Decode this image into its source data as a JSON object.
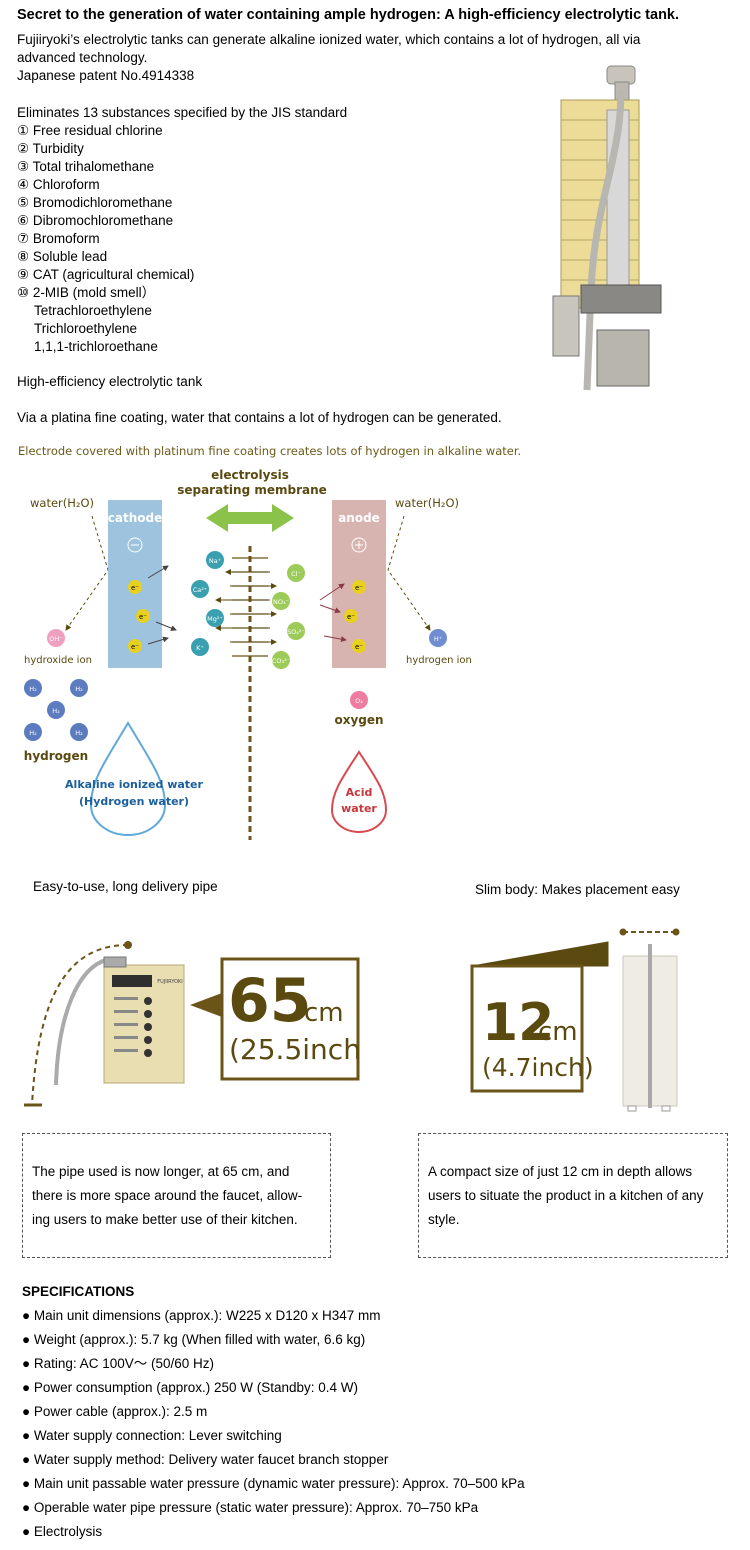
{
  "title": "Secret to the generation of water containing ample hydrogen: A high-efficiency electrolytic tank.",
  "intro": {
    "line1": "Fujiiryoki’s electrolytic tanks can generate alkaline ionized water, which contains a lot of hydrogen, all via",
    "line2": "advanced technology.",
    "line3": "Japanese patent No.4914338"
  },
  "substances": {
    "heading": "Eliminates 13 substances specified by the JIS standard",
    "items": [
      "① Free residual chlorine",
      "② Turbidity",
      "③ Total trihalomethane",
      "④ Chloroform",
      "⑤ Bromodichloromethane",
      "⑥ Dibromochloromethane",
      "⑦ Bromoform",
      "⑧ Soluble lead",
      "⑨ CAT (agricultural chemical)",
      "⑩ 2-MIB (mold smell）"
    ],
    "sub_items": [
      "Tetrachloroethylene",
      "Trichloroethylene",
      "1,1,1-trichloroethane"
    ]
  },
  "tank_heading": "High-efficiency electrolytic tank",
  "tank_text": "Via a platina fine coating, water that contains a lot of hydrogen can be generated.",
  "diagram": {
    "caption": "Electrode covered with platinum fine coating creates lots of hydrogen in alkaline water.",
    "membrane_line1": "electrolysis",
    "membrane_line2": "separating membrane",
    "water_left": "water(H₂O)",
    "water_right": "water(H₂O)",
    "cathode": "cathode",
    "anode": "anode",
    "minus": "−",
    "plus": "+",
    "electron": "e⁻",
    "hydroxide_ion": "hydroxide ion",
    "hydrogen_ion": "hydrogen ion",
    "hydrogen": "hydrogen",
    "oxygen": "oxygen",
    "oh": "OH⁻",
    "h_plus": "H⁺",
    "h2": "H₂",
    "o2": "O₂",
    "cations": [
      "Na⁺",
      "Ca²⁺",
      "Mg²⁺",
      "K⁺"
    ],
    "anions": [
      "Cl⁻",
      "NO₃⁻",
      "SO₄²⁻",
      "CO₃²⁻"
    ],
    "alkaline_line1": "Alkaline ionized water",
    "alkaline_line2": "(Hydrogen water)",
    "acid_line1": "Acid",
    "acid_line2": "water",
    "colors": {
      "cathode": "#9dc3de",
      "anode": "#d8b4b0",
      "label": "#5b4a10",
      "alkaline": "#1a5f9c",
      "acid": "#c8363c",
      "arrow": "#7cb342"
    }
  },
  "pipe": {
    "caption": "Easy-to-use, long delivery pipe",
    "big": "65",
    "unit": "cm",
    "inch": "(25.5inch)",
    "text_lines": [
      "The pipe used is now longer, at 65 cm, and",
      "there is more space around the faucet, allow-",
      "ing users to make better use of their kitchen."
    ]
  },
  "slim": {
    "caption": "Slim body: Makes placement easy",
    "big": "12",
    "unit": "cm",
    "inch": "(4.7inch)",
    "text_lines": [
      "A compact size of just 12 cm in depth allows",
      "users to situate the product in a kitchen of any",
      "style."
    ]
  },
  "specs": {
    "heading": "SPECIFICATIONS",
    "items": [
      "● Main unit dimensions (approx.): W225 x D120 x H347 mm",
      "● Weight (approx.): 5.7 kg (When filled with water, 6.6 kg)",
      "● Rating: AC 100V～ (50/60 Hz)",
      "● Power consumption (approx.) 250 W (Standby: 0.4 W)",
      "● Power cable (approx.): 2.5 m",
      "● Water supply connection: Lever switching",
      "● Water supply method: Delivery water faucet branch stopper",
      "● Main unit passable water pressure (dynamic water pressure): Approx. 70–500 kPa",
      "● Operable water pipe pressure (static water pressure): Approx. 70–750 kPa",
      "● Electrolysis"
    ]
  },
  "device_brand": "FUJIIRYOKI"
}
